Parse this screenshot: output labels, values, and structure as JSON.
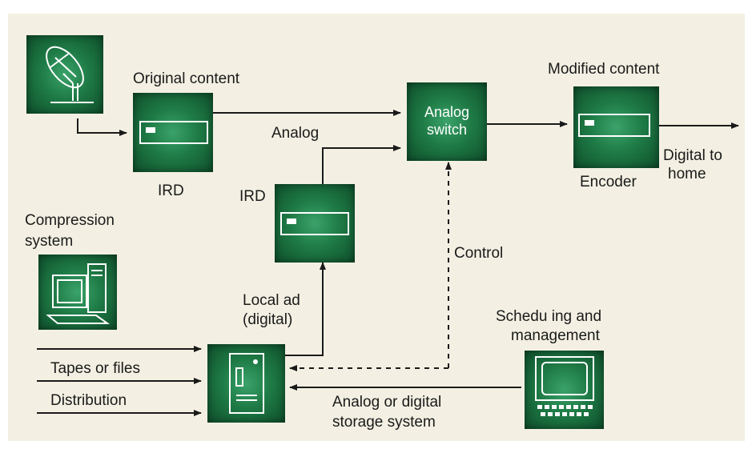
{
  "colors": {
    "background": "#f3f0e3",
    "box_green": "#1e7a45",
    "line": "#1a1a1a",
    "icon_stroke": "#ffffff"
  },
  "labels": {
    "original_content": "Original content",
    "ird_top": "IRD",
    "analog": "Analog",
    "analog_switch_line1": "Analog",
    "analog_switch_line2": "switch",
    "modified_content": "Modified content",
    "encoder": "Encoder",
    "digital_to_home_line1": "Digital to",
    "digital_to_home_line2": "home",
    "ird_middle": "IRD",
    "compression_line1": "Compression",
    "compression_line2": "system",
    "control": "Control",
    "local_ad_line1": "Local ad",
    "local_ad_line2": "(digital)",
    "scheduling_line1": "Schedu ing and",
    "scheduling_line2": "management",
    "tapes_or_files": "Tapes or files",
    "distribution": "Distribution",
    "storage_line1": "Analog or digital",
    "storage_line2": "storage system"
  },
  "icons": {
    "satellite": "satellite-dish-icon",
    "receiver": "receiver-icon",
    "computer": "computer-workstation-icon",
    "server": "server-tower-icon",
    "monitor": "monitor-keyboard-icon"
  }
}
